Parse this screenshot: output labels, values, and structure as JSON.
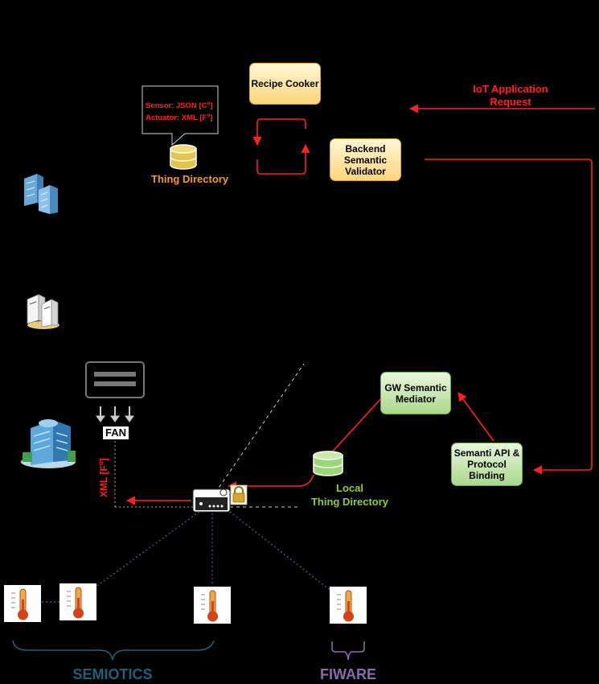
{
  "nodes": {
    "recipe_cooker": "Recipe Cooker",
    "backend_validator": [
      "Backend",
      "Semantic",
      "Validator"
    ],
    "gw_mediator": [
      "GW Semantic",
      "Mediator"
    ],
    "semanti_api": [
      "Semanti API &",
      "Protocol",
      "Binding"
    ],
    "fan": "FAN"
  },
  "labels": {
    "iot_request": [
      "IoT Application",
      "Request"
    ],
    "thing_directory": "Thing Directory",
    "local_thing_directory": [
      "Local",
      "Thing Directory"
    ],
    "sensor_note": "Sensor: JSON [C",
    "actuator_note": "Actuator: XML [F",
    "degree": "o",
    "bracket": "]",
    "xml_f": "XML [F",
    "semiotics": "SEMIOTICS",
    "fiware": "FIWARE"
  },
  "colors": {
    "red": "#ff2020",
    "orange": "#f59a23",
    "green": "#8fd12e",
    "semiotics": "#1f5f7a",
    "fiware": "#8a6bb0"
  },
  "icons": [
    "buildings-icon",
    "servers-icon",
    "office-building-icon",
    "gateway-icon",
    "lock-icon",
    "database-icon",
    "thermometer-icon",
    "actuator-icon"
  ]
}
